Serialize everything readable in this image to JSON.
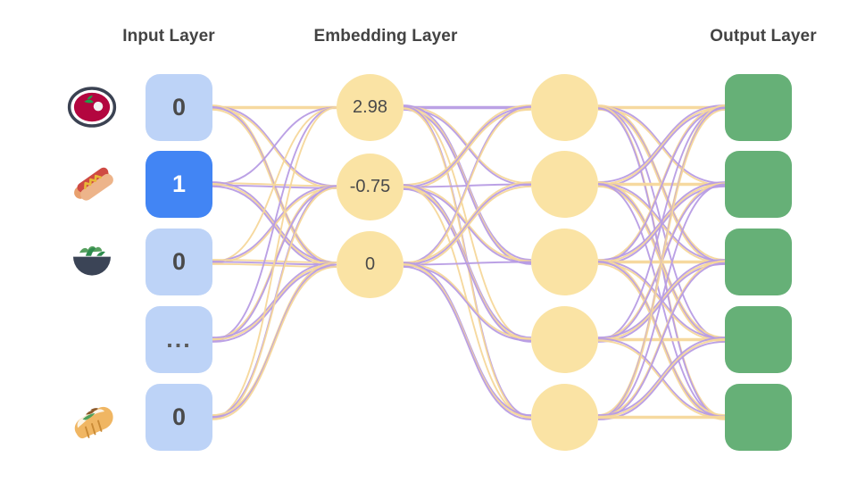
{
  "diagram": {
    "title_bar": [
      {
        "label": "Input Layer",
        "name": "input-layer-title"
      },
      {
        "label": "Embedding Layer",
        "name": "embedding-layer-title"
      },
      {
        "label": "Output Layer",
        "name": "output-layer-title"
      }
    ],
    "colors": {
      "background": "#ffffff",
      "title_text": "#434343",
      "input_box": "#bdd3f7",
      "input_box_active": "#4285f4",
      "input_box_active_text": "#ffffff",
      "input_text": "#4a4a4a",
      "node_circle": "#fae3a4",
      "output_box": "#66b077",
      "edge_purple": "#b79ce4",
      "edge_yellow": "#f5d79a"
    },
    "input_layer": {
      "name": "input-layer",
      "nodes": [
        {
          "value": "0",
          "active": false,
          "icon": "soup-bowl-icon",
          "icon_label": "soup bowl"
        },
        {
          "value": "1",
          "active": true,
          "icon": "hotdog-icon",
          "icon_label": "hot dog"
        },
        {
          "value": "0",
          "active": false,
          "icon": "salad-bowl-icon",
          "icon_label": "salad bowl"
        },
        {
          "value": "...",
          "active": false,
          "icon": null,
          "icon_label": ""
        },
        {
          "value": "0",
          "active": false,
          "icon": "burrito-icon",
          "icon_label": "burrito"
        }
      ]
    },
    "embedding_layer": {
      "name": "embedding-layer",
      "nodes": [
        {
          "value": "2.98"
        },
        {
          "value": "-0.75"
        },
        {
          "value": "0"
        }
      ]
    },
    "hidden_layer": {
      "name": "hidden-layer",
      "nodes": [
        {
          "value": ""
        },
        {
          "value": ""
        },
        {
          "value": ""
        },
        {
          "value": ""
        },
        {
          "value": ""
        }
      ]
    },
    "output_layer": {
      "name": "output-layer",
      "nodes": [
        {
          "value": ""
        },
        {
          "value": ""
        },
        {
          "value": ""
        },
        {
          "value": ""
        },
        {
          "value": ""
        }
      ]
    }
  }
}
